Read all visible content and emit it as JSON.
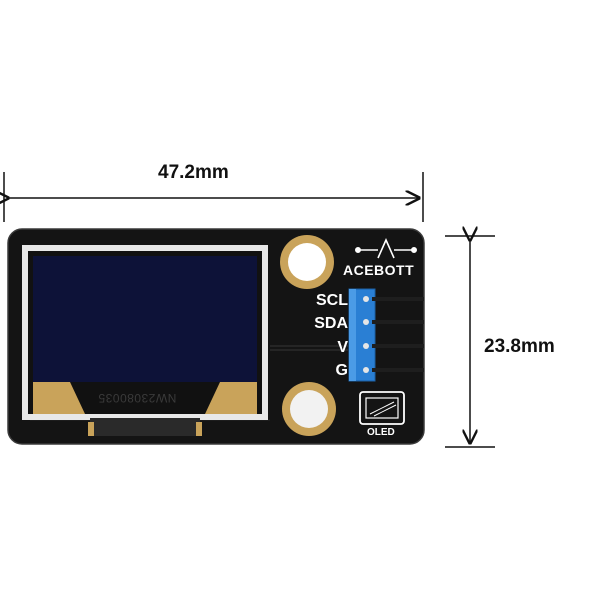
{
  "dimensions": {
    "width": "47.2mm",
    "height": "23.8mm"
  },
  "board": {
    "brand": "ACEBOTT",
    "serial": "NW23080035",
    "module_label": "OLED",
    "pins": [
      {
        "label": "SCL"
      },
      {
        "label": "SDA"
      },
      {
        "label": "V"
      },
      {
        "label": "G"
      }
    ]
  },
  "colors": {
    "pcb": "#141414",
    "pcb_edge": "#2a2a2a",
    "screen": "#0d1238",
    "gold_pad": "#c9a35a",
    "header": "#2a7fd4",
    "silk": "#ffffff"
  }
}
